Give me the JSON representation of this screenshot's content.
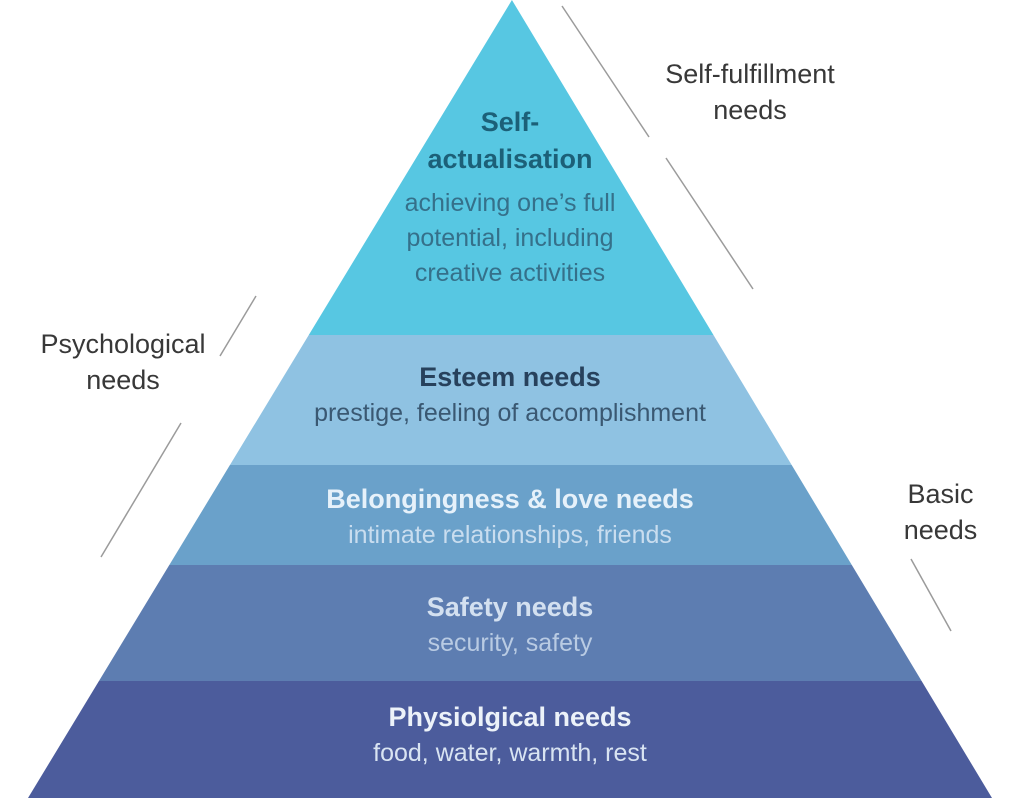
{
  "pyramid": {
    "levels": [
      {
        "id": "self-actualisation",
        "color": "#57c7e2",
        "title_color": "#1c6078",
        "desc_color": "#35708a",
        "title_lines": [
          "Self-",
          "actualisation"
        ],
        "desc_lines": [
          "achieving one’s full",
          "potential, including",
          "creative activities"
        ]
      },
      {
        "id": "esteem",
        "color": "#8fc2e2",
        "title_color": "#27415c",
        "desc_color": "#3a5872",
        "title_lines": [
          "Esteem needs"
        ],
        "desc_lines": [
          "prestige, feeling of accomplishment"
        ]
      },
      {
        "id": "belongingness-love",
        "color": "#6aa1ca",
        "title_color": "#e6f1fa",
        "desc_color": "#c9ddef",
        "title_lines": [
          "Belongingness & love needs"
        ],
        "desc_lines": [
          "intimate relationships, friends"
        ]
      },
      {
        "id": "safety",
        "color": "#5d7db1",
        "title_color": "#d3e0f0",
        "desc_color": "#b9cbe3",
        "title_lines": [
          "Safety needs"
        ],
        "desc_lines": [
          "security, safety"
        ]
      },
      {
        "id": "physiological",
        "color": "#4c5c9c",
        "title_color": "#ecf2f9",
        "desc_color": "#d9e4f2",
        "title_lines": [
          "Physiolgical needs"
        ],
        "desc_lines": [
          "food, water, warmth, rest"
        ]
      }
    ]
  },
  "annotations": {
    "line_color": "#9b9b9b",
    "self_fulfillment": {
      "lines": [
        "Self-fulfillment",
        "needs"
      ]
    },
    "psychological": {
      "lines": [
        "Psychological",
        "needs"
      ]
    },
    "basic": {
      "lines": [
        "Basic",
        "needs"
      ]
    }
  }
}
